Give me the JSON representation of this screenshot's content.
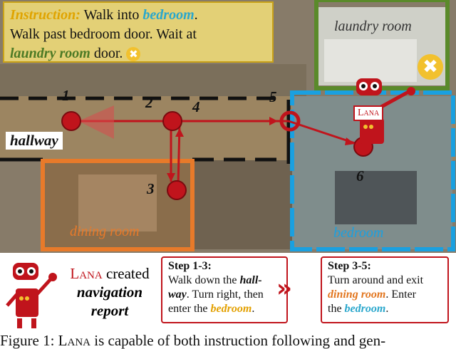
{
  "instruction": {
    "label": "Instruction:",
    "t1": "Walk into",
    "w_bedroom": "bedroom",
    "t2": ".",
    "line2": "Walk past bedroom door. Wait at",
    "w_laundry": "laundry room",
    "t3": "door.",
    "mark": "✖"
  },
  "rooms": {
    "laundry": "laundry room",
    "hallway": "hallway",
    "dining": "dining room",
    "bedroom": "bedroom"
  },
  "steps": [
    "1",
    "2",
    "3",
    "4",
    "5",
    "6"
  ],
  "agent_tag": "Lana",
  "big_mark": "✖",
  "report": {
    "lana": "Lana",
    "created": "created",
    "nav": "navigation",
    "rep": "report"
  },
  "box1": {
    "title": "Step 1-3:",
    "p1": "Walk down the",
    "hall1": "hall-",
    "hall2": "way",
    "p2": ". Turn right, then",
    "p3": "enter the",
    "bed": "bedroom",
    "p4": "."
  },
  "chevron": "»",
  "box2": {
    "title": "Step 3-5:",
    "p1": "Turn around and exit",
    "dining": "dining room",
    "p2": ". Enter",
    "p3": "the",
    "bed": "bedroom",
    "p4": "."
  },
  "caption": {
    "prefix": "Figure 1:",
    "lana": "Lana",
    "rest": "is capable of both instruction following and gen-"
  },
  "colors": {
    "path_red": "#c0141c",
    "laundry_green": "#5a8a2a",
    "bedroom_blue": "#1aa0e0",
    "dining_orange": "#e87a2a",
    "instruction_gold": "#e0a400"
  }
}
